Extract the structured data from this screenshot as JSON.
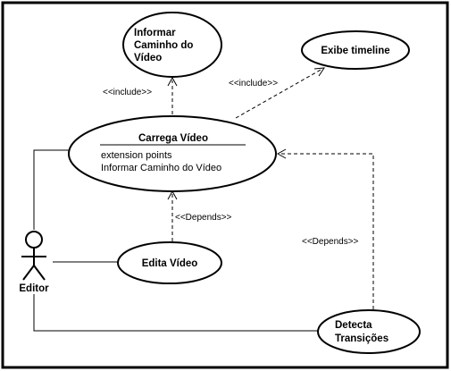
{
  "actor": {
    "name": "Editor"
  },
  "use_cases": {
    "informar": {
      "lines": [
        "Informar",
        "Caminho do",
        "Vídeo"
      ]
    },
    "exibe": {
      "lines": [
        "Exibe timeline"
      ]
    },
    "carrega": {
      "title": "Carrega Vídeo",
      "extension_heading": "extension points",
      "extension_point": "Informar Caminho do Vídeo"
    },
    "edita": {
      "lines": [
        "Edita Vídeo"
      ]
    },
    "detecta": {
      "lines": [
        "Detecta",
        "Transições"
      ]
    }
  },
  "relations": {
    "include_informar": "<<include>>",
    "include_exibe": "<<include>>",
    "depends_edita": "<<Depends>>",
    "depends_detecta": "<<Depends>>"
  },
  "colors": {
    "stroke": "#000000",
    "background": "#ffffff"
  }
}
